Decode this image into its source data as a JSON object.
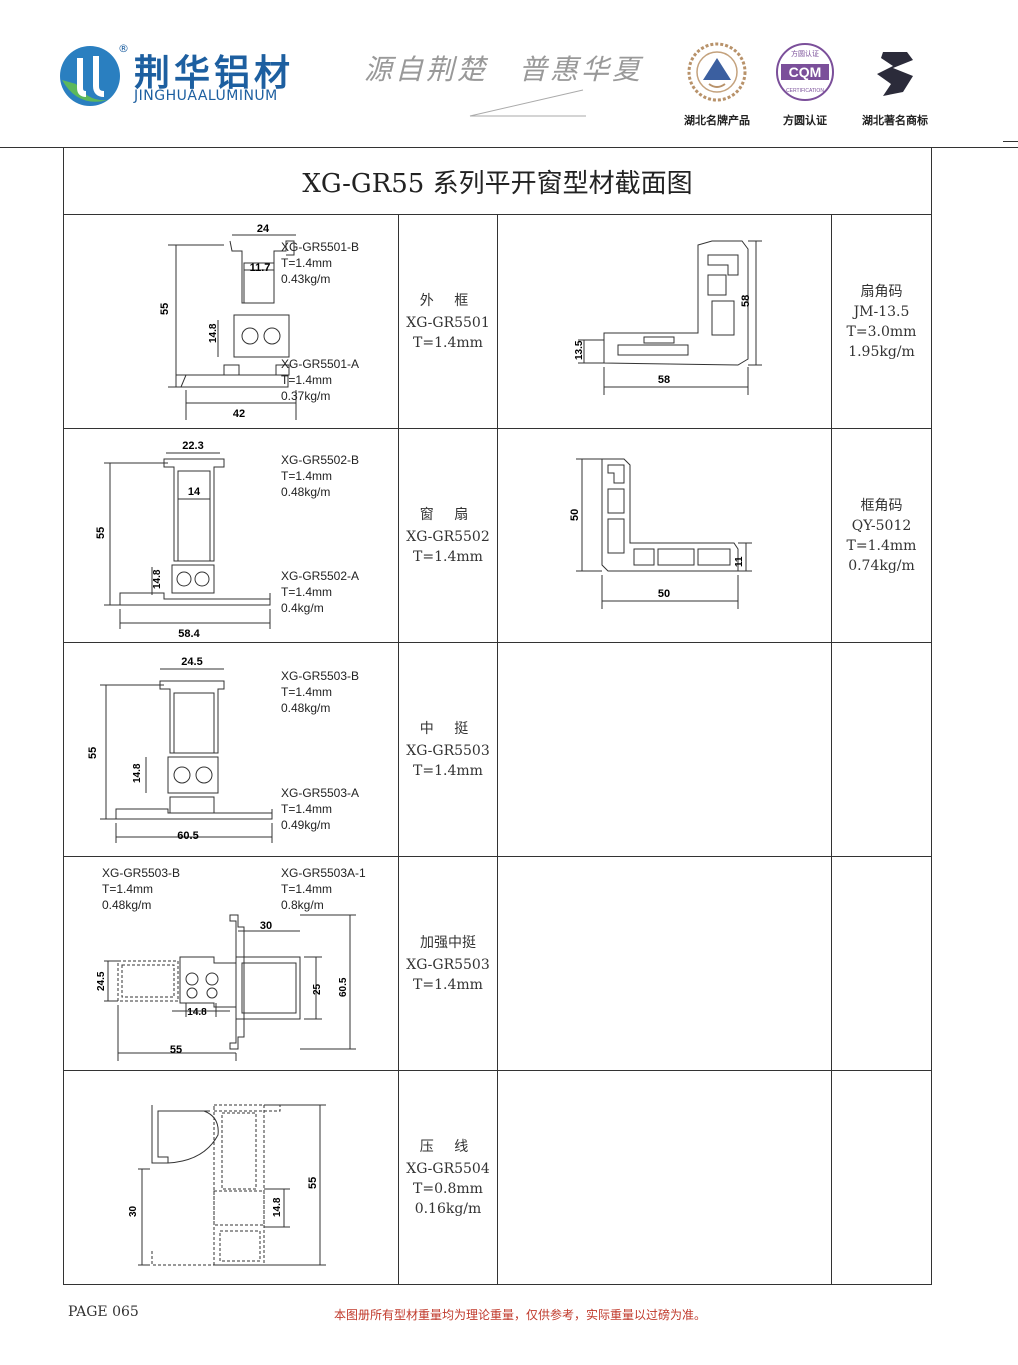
{
  "header": {
    "brand_cn": "荆华铝材",
    "brand_en": "JINGHUAALUMINUM",
    "registered": "®",
    "slogan": "源自荆楚　普惠华夏",
    "certs": [
      {
        "caption": "湖北名牌产品",
        "icon": "hubei-brand-seal-icon"
      },
      {
        "caption": "方圆认证",
        "icon": "cqm-certification-icon",
        "mark": "CQM",
        "ring_top": "方圆认证",
        "ring_bottom": "CERTIFICATION"
      },
      {
        "caption": "湖北著名商标",
        "icon": "hubei-trademark-icon"
      }
    ]
  },
  "title": "XG-GR55 系列平开窗型材截面图",
  "rows": [
    {
      "label": {
        "name": "外 框",
        "code": "XG-GR5501",
        "thickness": "T=1.4mm"
      },
      "specs": [
        {
          "code": "XG-GR5501-B",
          "t": "T=1.4mm",
          "w": "0.43kg/m"
        },
        {
          "code": "XG-GR5501-A",
          "t": "T=1.4mm",
          "w": "0.37kg/m"
        }
      ],
      "dims": {
        "top": "24",
        "inner": "11.7",
        "height": "55",
        "mid": "14.8",
        "bottom": "42"
      },
      "corner": {
        "name": "扇角码",
        "code": "JM-13.5",
        "t": "T=3.0mm",
        "w": "1.95kg/m",
        "dims": {
          "h": "58",
          "w": "58",
          "s": "13.5"
        }
      }
    },
    {
      "label": {
        "name": "窗 扇",
        "code": "XG-GR5502",
        "thickness": "T=1.4mm"
      },
      "specs": [
        {
          "code": "XG-GR5502-B",
          "t": "T=1.4mm",
          "w": "0.48kg/m"
        },
        {
          "code": "XG-GR5502-A",
          "t": "T=1.4mm",
          "w": "0.4kg/m"
        }
      ],
      "dims": {
        "top": "22.3",
        "inner": "14",
        "height": "55",
        "mid": "14.8",
        "bottom": "58.4"
      },
      "corner": {
        "name": "框角码",
        "code": "QY-5012",
        "t": "T=1.4mm",
        "w": "0.74kg/m",
        "dims": {
          "h": "50",
          "w": "50",
          "s": "11"
        }
      }
    },
    {
      "label": {
        "name": "中 挺",
        "code": "XG-GR5503",
        "thickness": "T=1.4mm"
      },
      "specs": [
        {
          "code": "XG-GR5503-B",
          "t": "T=1.4mm",
          "w": "0.48kg/m"
        },
        {
          "code": "XG-GR5503-A",
          "t": "T=1.4mm",
          "w": "0.49kg/m"
        }
      ],
      "dims": {
        "top": "24.5",
        "height": "55",
        "mid": "14.8",
        "bottom": "60.5"
      }
    },
    {
      "label": {
        "name": "加强中挺",
        "code": "XG-GR5503",
        "thickness": "T=1.4mm"
      },
      "specs": [
        {
          "code": "XG-GR5503-B",
          "t": "T=1.4mm",
          "w": "0.48kg/m"
        },
        {
          "code": "XG-GR5503A-1",
          "t": "T=1.4mm",
          "w": "0.8kg/m"
        }
      ],
      "dims": {
        "top": "30",
        "left": "24.5",
        "inner": "25",
        "right": "60.5",
        "mid": "14.8",
        "bottom": "55"
      }
    },
    {
      "label": {
        "name": "压 线",
        "code": "XG-GR5504",
        "thickness": "T=0.8mm",
        "weight": "0.16kg/m"
      },
      "dims": {
        "left": "30",
        "mid": "14.8",
        "right": "55"
      }
    }
  ],
  "footer": {
    "page": "PAGE 065",
    "note": "本图册所有型材重量均为理论重量，仅供参考，实际重量以过磅为准。"
  },
  "colors": {
    "brand_blue": "#1d5fa0",
    "brand_green": "#4caf50",
    "note_red": "#c0392b"
  }
}
